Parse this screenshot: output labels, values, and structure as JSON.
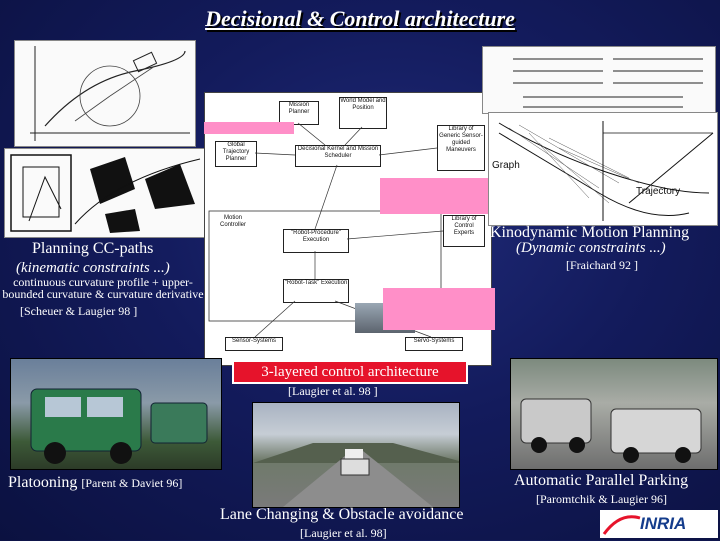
{
  "title": "Decisional & Control architecture",
  "center": {
    "label": "3-layered control architecture",
    "citation": "[Laugier et al. 98 ]",
    "diagram": {
      "mission_planner": "Mission Planner",
      "world_model": "World Model and Position",
      "global_planner": "Global Trajectory Planner",
      "decisional_kernel": "Decisional Kernel and Mission Scheduler",
      "library_maneuvers": "Library of Generic Sensor-guided Maneuvers",
      "motion_controller": "Motion Controller",
      "robot_procedure": "\"Robot-Procedure\" Execution",
      "library_experts": "Library of Control Experts",
      "robot_task": "\"Robot-Task\" Execution",
      "sensor_systems": "Sensor-Systems",
      "servo_systems": "Servo-Systems"
    }
  },
  "left": {
    "cc_title": "Planning CC-paths",
    "cc_sub": "(kinematic constraints ...)",
    "cc_desc": "continuous curvature profile + upper-bounded curvature & curvature derivative",
    "cc_citation": "[Scheuer & Laugier 98 ]"
  },
  "right": {
    "kin_title": "Kinodynamic Motion Planning",
    "kin_sub": "(Dynamic constraints ...)",
    "kin_citation": "[Fraichard 92 ]",
    "graph_label": "Graph",
    "trajectory_label": "Trajectory"
  },
  "bottom": {
    "platooning": "Platooning",
    "platooning_cite": "[Parent & Daviet 96]",
    "lane_changing": "Lane Changing & Obstacle avoidance",
    "lane_cite": "[Laugier et al. 98]",
    "parking": "Automatic Parallel Parking",
    "parking_cite": "[Paromtchik & Laugier 96]"
  },
  "logo": "INRIA",
  "colors": {
    "background": "#131b5c",
    "accent": "#e6132b",
    "pink_note": "#ff8fc8"
  }
}
